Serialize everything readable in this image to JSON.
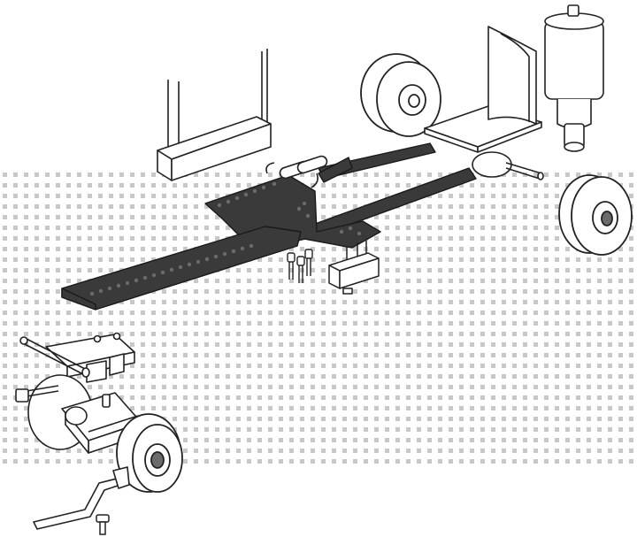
{
  "diagram": {
    "kind": "exploded-assembly-illustration",
    "colors": {
      "background": "#ffffff",
      "dot_grid": "#c8c8c8",
      "outline": "#222222",
      "chassis_fill": "#3a3a3a",
      "chassis_edge": "#1a1a1a",
      "part_fill": "#ffffff",
      "hole_fill": "#6b6b6b"
    },
    "parts": [
      {
        "id": "sensor-board",
        "icon": "pcb-with-pins-icon"
      },
      {
        "id": "upper-wheel",
        "icon": "wheel-icon"
      },
      {
        "id": "motor-mount-bracket",
        "icon": "bracket-icon"
      },
      {
        "id": "gear-motor",
        "icon": "motor-icon"
      },
      {
        "id": "main-chassis-plate",
        "icon": "chassis-plate-icon"
      },
      {
        "id": "pivot-screws",
        "icon": "screw-icon"
      },
      {
        "id": "connector-block",
        "icon": "connector-icon"
      },
      {
        "id": "right-wheel",
        "icon": "wheel-icon"
      },
      {
        "id": "front-axle-bracket",
        "icon": "bracket-icon"
      },
      {
        "id": "front-axle-assembly",
        "icon": "axle-icon"
      },
      {
        "id": "front-wheel",
        "icon": "wheel-icon"
      },
      {
        "id": "steering-rod",
        "icon": "rod-icon"
      },
      {
        "id": "mounting-bolt",
        "icon": "bolt-icon"
      }
    ]
  }
}
